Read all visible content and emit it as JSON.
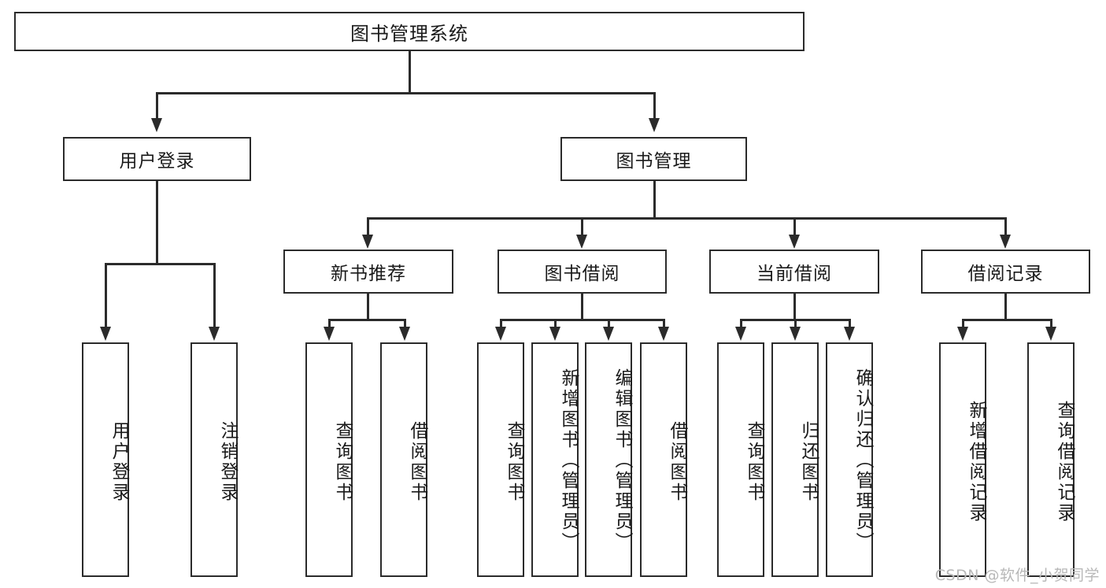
{
  "diagram": {
    "title": "图书管理系统",
    "type": "hierarchy-tree",
    "levels": 4,
    "root": {
      "label": "图书管理系统"
    },
    "level2": [
      {
        "label": "用户登录"
      },
      {
        "label": "图书管理"
      }
    ],
    "level3": [
      {
        "label": "新书推荐",
        "parent": "图书管理"
      },
      {
        "label": "图书借阅",
        "parent": "图书管理"
      },
      {
        "label": "当前借阅",
        "parent": "图书管理"
      },
      {
        "label": "借阅记录",
        "parent": "图书管理"
      }
    ],
    "leaves": {
      "user_login": [
        {
          "label": "用户登录"
        },
        {
          "label": "注销登录"
        }
      ],
      "new_book_recommend": [
        {
          "label": "查询图书"
        },
        {
          "label": "借阅图书"
        }
      ],
      "book_borrow": [
        {
          "label": "查询图书"
        },
        {
          "label": "新增图书（管理员）"
        },
        {
          "label": "编辑图书（管理员）"
        },
        {
          "label": "借阅图书"
        }
      ],
      "current_borrow": [
        {
          "label": "查询图书"
        },
        {
          "label": "归还图书"
        },
        {
          "label": "确认归还（管理员）"
        }
      ],
      "borrow_record": [
        {
          "label": "新增借阅记录"
        },
        {
          "label": "查询借阅记录"
        }
      ]
    }
  },
  "watermark": {
    "text": "CSDN @软件_小贺同学"
  },
  "colors": {
    "stroke": "#2b2b2b",
    "background": "#ffffff",
    "text": "#1a1a1a",
    "watermark": "#b8b8b8"
  }
}
